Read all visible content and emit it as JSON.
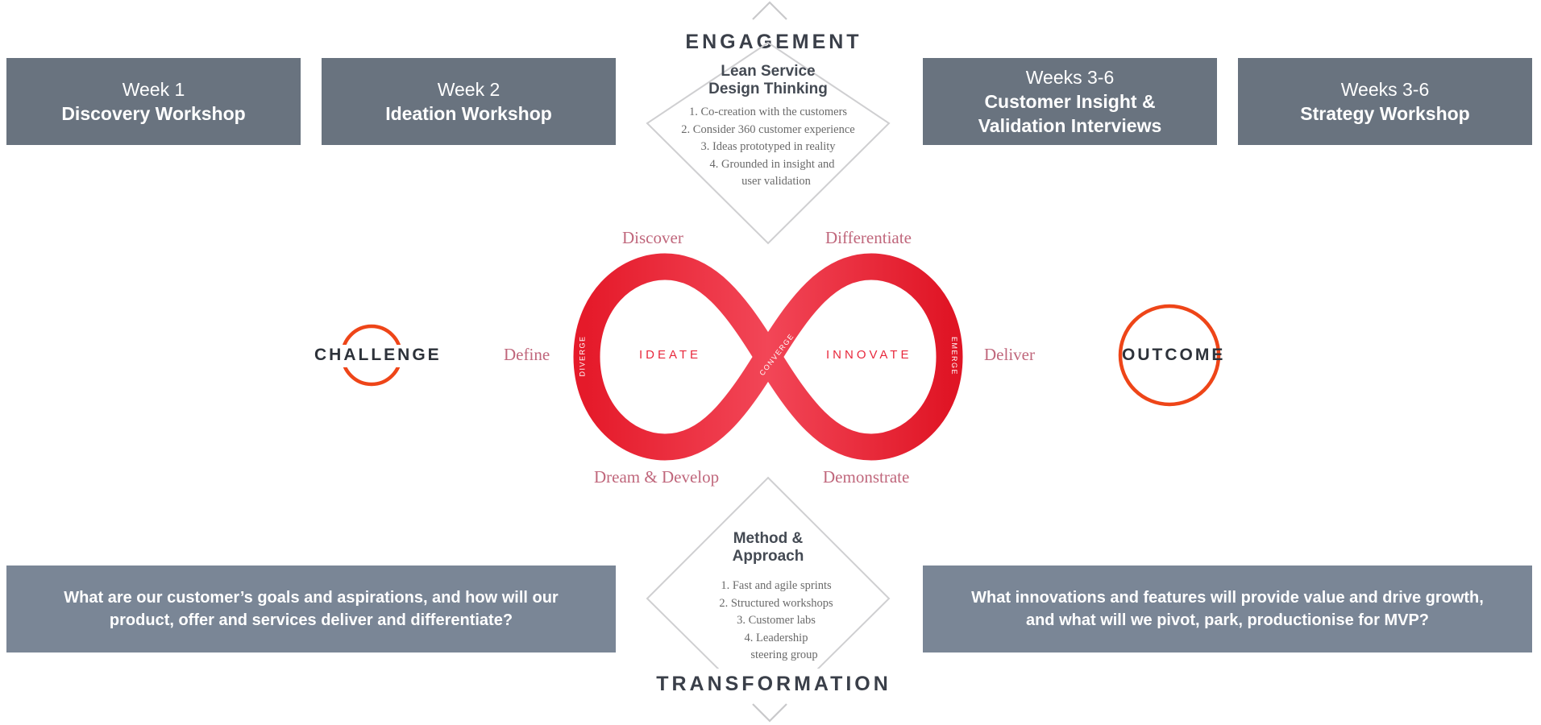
{
  "top_boxes": [
    {
      "week": "Week 1",
      "title": "Discovery Workshop"
    },
    {
      "week": "Week 2",
      "title": "Ideation Workshop"
    },
    {
      "week": "Weeks 3-6",
      "title": "Customer Insight &",
      "title2": "Validation Interviews"
    },
    {
      "week": "Weeks 3-6",
      "title": "Strategy Workshop"
    }
  ],
  "engagement": {
    "heading": "ENGAGEMENT",
    "title_line1": "Lean Service",
    "title_line2": "Design Thinking",
    "items": [
      "1. Co-creation with the customers",
      "2. Consider 360 customer experience",
      "3. Ideas prototyped in reality",
      "4. Grounded in insight and",
      "user validation"
    ]
  },
  "transformation": {
    "heading": "TRANSFORMATION",
    "title_line1": "Method &",
    "title_line2": "Approach",
    "items": [
      "1. Fast and agile sprints",
      "2. Structured workshops",
      "3. Customer labs",
      "4. Leadership",
      "steering group"
    ]
  },
  "stages": {
    "discover": "Discover",
    "differentiate": "Differentiate",
    "define": "Define",
    "deliver": "Deliver",
    "dream_develop": "Dream & Develop",
    "demonstrate": "Demonstrate"
  },
  "loop": {
    "ideate": "IDEATE",
    "innovate": "INNOVATE",
    "diverge": "DIVERGE",
    "converge": "CONVERGE",
    "emerge": "EMERGE",
    "color": "#e8283c"
  },
  "challenge": {
    "label": "CHALLENGE",
    "ring_color": "#ee4518"
  },
  "outcome": {
    "label": "OUTCOME",
    "ring_color": "#ee4518"
  },
  "questions": {
    "left_line1": "What are our customer’s goals and aspirations, and how will our",
    "left_line2": "product, offer and services deliver and differentiate?",
    "right_line1": "What innovations and features will provide value and drive growth,",
    "right_line2": "and what will we pivot, park, productionise for MVP?"
  }
}
